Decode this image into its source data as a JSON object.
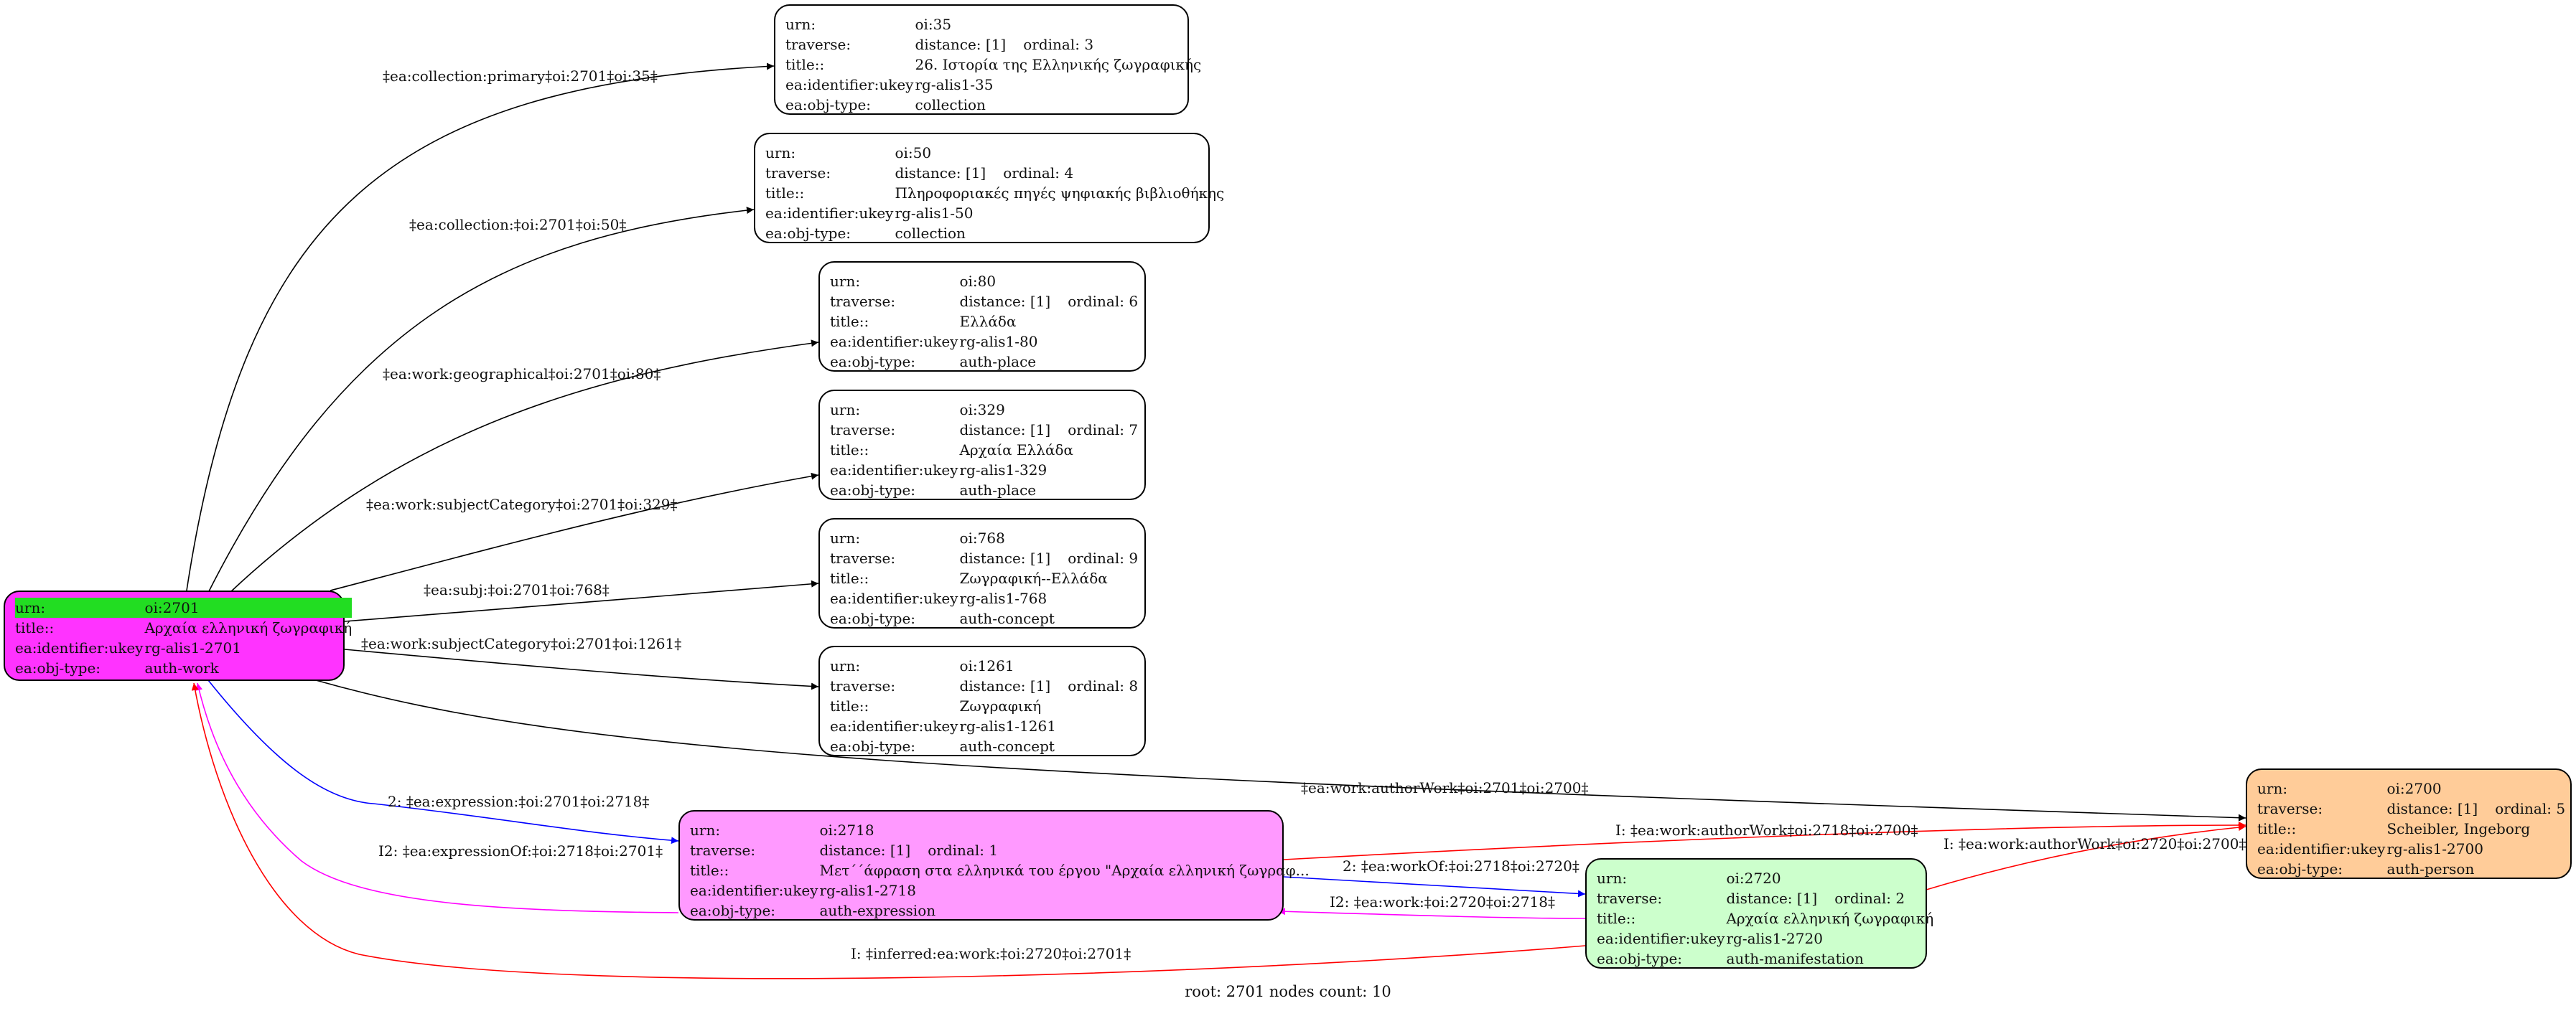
{
  "nodes": {
    "n35": {
      "urn": "oi:35",
      "traverse": "distance: [1]",
      "ordinal": "ordinal: 3",
      "title": "26. Ιστορία της Ελληνικής ζωγραφικής",
      "ukey": "rg-alis1-35",
      "objtype": "collection"
    },
    "n50": {
      "urn": "oi:50",
      "traverse": "distance: [1]",
      "ordinal": "ordinal: 4",
      "title": "Πληροφοριακές πηγές ψηφιακής βιβλιοθήκης",
      "ukey": "rg-alis1-50",
      "objtype": "collection"
    },
    "n80": {
      "urn": "oi:80",
      "traverse": "distance: [1]",
      "ordinal": "ordinal: 6",
      "title": "Ελλάδα",
      "ukey": "rg-alis1-80",
      "objtype": "auth-place"
    },
    "n329": {
      "urn": "oi:329",
      "traverse": "distance: [1]",
      "ordinal": "ordinal: 7",
      "title": "Αρχαία Ελλάδα",
      "ukey": "rg-alis1-329",
      "objtype": "auth-place"
    },
    "n768": {
      "urn": "oi:768",
      "traverse": "distance: [1]",
      "ordinal": "ordinal: 9",
      "title": "Ζωγραφική--Ελλάδα",
      "ukey": "rg-alis1-768",
      "objtype": "auth-concept"
    },
    "n1261": {
      "urn": "oi:1261",
      "traverse": "distance: [1]",
      "ordinal": "ordinal: 8",
      "title": "Ζωγραφική",
      "ukey": "rg-alis1-1261",
      "objtype": "auth-concept"
    },
    "n2701": {
      "urn": "oi:2701",
      "title": "Αρχαία ελληνική ζωγραφική",
      "ukey": "rg-alis1-2701",
      "objtype": "auth-work"
    },
    "n2718": {
      "urn": "oi:2718",
      "traverse": "distance: [1]",
      "ordinal": "ordinal: 1",
      "title": "Μετ΄΄άφραση στα ελληνικά του έργου \"Αρχαία ελληνική ζωγραφ...",
      "ukey": "rg-alis1-2718",
      "objtype": "auth-expression"
    },
    "n2720": {
      "urn": "oi:2720",
      "traverse": "distance: [1]",
      "ordinal": "ordinal: 2",
      "title": "Αρχαία ελληνική ζωγραφική",
      "ukey": "rg-alis1-2720",
      "objtype": "auth-manifestation"
    },
    "n2700": {
      "urn": "oi:2700",
      "traverse": "distance: [1]",
      "ordinal": "ordinal: 5",
      "title": "Scheibler, Ingeborg",
      "ukey": "rg-alis1-2700",
      "objtype": "auth-person"
    }
  },
  "field_labels": {
    "urn": "urn:",
    "traverse": "traverse:",
    "title": "title::",
    "ukey": "ea:identifier:ukey",
    "objtype": "ea:obj-type:"
  },
  "edges": {
    "e35": "‡ea:collection:primary‡oi:2701‡oi:35‡",
    "e50": "‡ea:collection:‡oi:2701‡oi:50‡",
    "e80": "‡ea:work:geographical‡oi:2701‡oi:80‡",
    "e329": "‡ea:work:subjectCategory‡oi:2701‡oi:329‡",
    "e768": "‡ea:subj:‡oi:2701‡oi:768‡",
    "e1261": "‡ea:work:subjectCategory‡oi:2701‡oi:1261‡",
    "e2700": "‡ea:work:authorWork‡oi:2701‡oi:2700‡",
    "e2718": "2: ‡ea:expression:‡oi:2701‡oi:2718‡",
    "e2718i": "I2: ‡ea:expressionOf:‡oi:2718‡oi:2701‡",
    "e2720": "2: ‡ea:workOf:‡oi:2718‡oi:2720‡",
    "e2720i": "I2: ‡ea:work:‡oi:2720‡oi:2718‡",
    "e2718a": "I: ‡ea:work:authorWork‡oi:2718‡oi:2700‡",
    "e2720a": "I: ‡ea:work:authorWork‡oi:2720‡oi:2700‡",
    "einf": "I: ‡inferred:ea:work:‡oi:2720‡oi:2701‡"
  },
  "colors": {
    "root": "#ff33ff",
    "root_highlight": "#22dd22",
    "expression": "#ff99ff",
    "manifestation": "#ccffcc",
    "person": "#ffcc99",
    "edge_blue": "#0000ff",
    "edge_magenta": "#ff00ff",
    "edge_red": "#ff0000"
  },
  "footer": "root: 2701 nodes count: 10"
}
